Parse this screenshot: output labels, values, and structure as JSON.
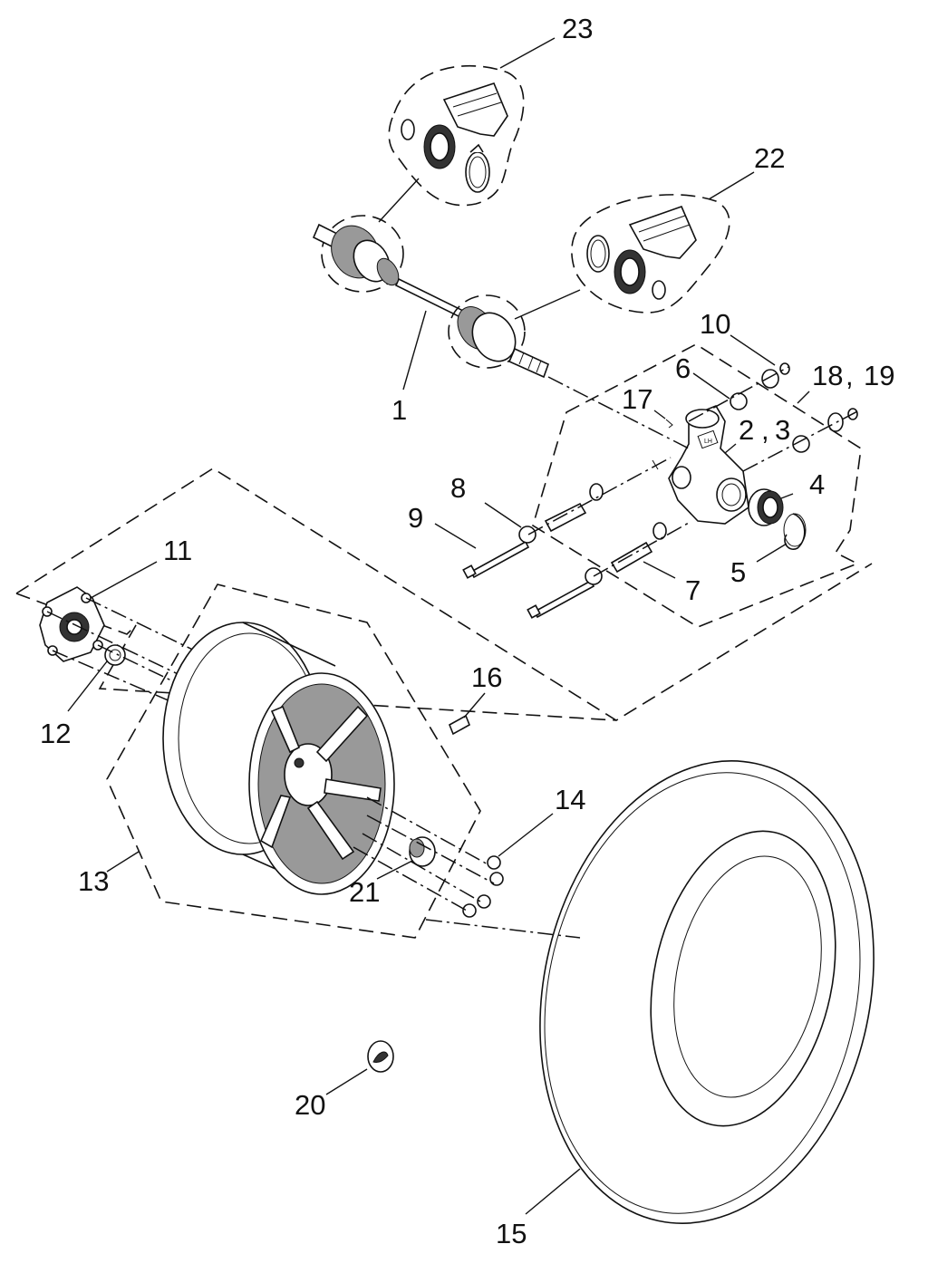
{
  "callouts": [
    {
      "id": "1",
      "text": "1"
    },
    {
      "id": "2",
      "text": "2"
    },
    {
      "id": "3",
      "text": "3"
    },
    {
      "id": "4",
      "text": "4"
    },
    {
      "id": "5",
      "text": "5"
    },
    {
      "id": "6",
      "text": "6"
    },
    {
      "id": "7",
      "text": "7"
    },
    {
      "id": "8",
      "text": "8"
    },
    {
      "id": "9",
      "text": "9"
    },
    {
      "id": "10",
      "text": "10"
    },
    {
      "id": "11",
      "text": "11"
    },
    {
      "id": "12",
      "text": "12"
    },
    {
      "id": "13",
      "text": "13"
    },
    {
      "id": "14",
      "text": "14"
    },
    {
      "id": "15",
      "text": "15"
    },
    {
      "id": "16",
      "text": "16"
    },
    {
      "id": "17",
      "text": "17"
    },
    {
      "id": "18",
      "text": "18"
    },
    {
      "id": "19",
      "text": "19"
    },
    {
      "id": "20",
      "text": "20"
    },
    {
      "id": "21",
      "text": "21"
    },
    {
      "id": "22",
      "text": "22"
    },
    {
      "id": "23",
      "text": "23"
    }
  ],
  "separators": {
    "comma_2_3": ",",
    "comma_18_19": ","
  },
  "knuckle_stamp": "LH"
}
